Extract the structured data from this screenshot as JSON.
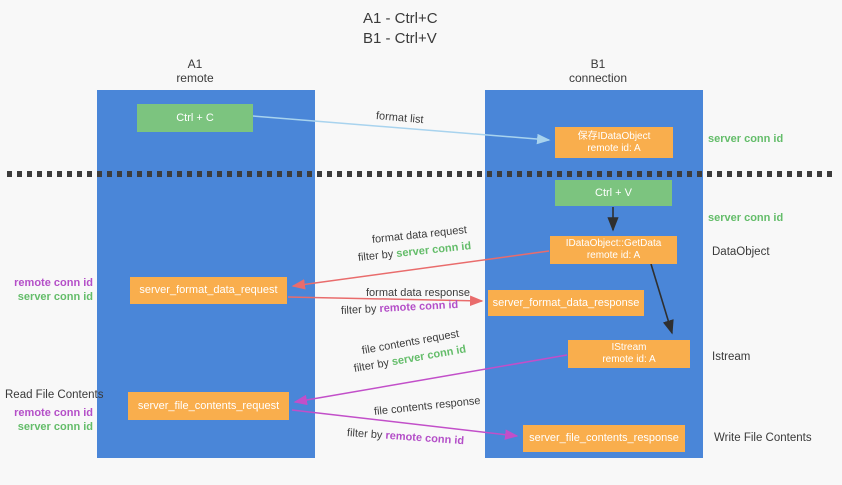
{
  "title": {
    "line1": "A1 - Ctrl+C",
    "line2": "B1 - Ctrl+V"
  },
  "lanes": {
    "left": {
      "name": "A1",
      "role": "remote"
    },
    "right": {
      "name": "B1",
      "role": "connection"
    }
  },
  "boxes": {
    "ctrl_c": {
      "label": "Ctrl + C"
    },
    "ctrl_v": {
      "label": "Ctrl + V"
    },
    "save_idataobject": {
      "line1": "保存IDataObject",
      "line2": "remote id: A"
    },
    "idataobject_getdata": {
      "line1": "IDataObject::GetData",
      "line2": "remote id: A"
    },
    "istream": {
      "line1": "IStream",
      "line2": "remote id: A"
    },
    "server_format_data_request": {
      "label": "server_format_data_request"
    },
    "server_format_data_response": {
      "label": "server_format_data_response"
    },
    "server_file_contents_request": {
      "label": "server_file_contents_request"
    },
    "server_file_contents_response": {
      "label": "server_file_contents_response"
    }
  },
  "arrow_labels": {
    "format_list": "format list",
    "format_data_request": "format data request",
    "format_data_response": "format data response",
    "file_contents_request": "file contents request",
    "file_contents_response": "file contents response",
    "filter_by": "filter by ",
    "server_conn_id": "server conn id",
    "remote_conn_id": "remote conn id"
  },
  "side_labels": {
    "left_mid_remote_conn_id": "remote conn id",
    "left_mid_server_conn_id": "server conn id",
    "read_file_contents": "Read File Contents",
    "left_bottom_remote_conn_id": "remote conn id",
    "left_bottom_server_conn_id": "server conn id",
    "right_top_server_conn_id": "server conn id",
    "right_mid_server_conn_id": "server conn id",
    "dataobject": "DataObject",
    "istream": "Istream",
    "write_file_contents": "Write File Contents"
  },
  "colors": {
    "lane_blue": "#4a86d8",
    "box_green": "#7cc47f",
    "box_orange": "#f9ae4d",
    "text_green": "#64bd6a",
    "text_purple": "#b44fc8",
    "arrow_red": "#e96c6c",
    "arrow_magenta": "#c24fc9",
    "arrow_lightblue": "#a8d3ee",
    "arrow_black": "#2f2f2f",
    "divider_dark": "#3c3c3c"
  }
}
